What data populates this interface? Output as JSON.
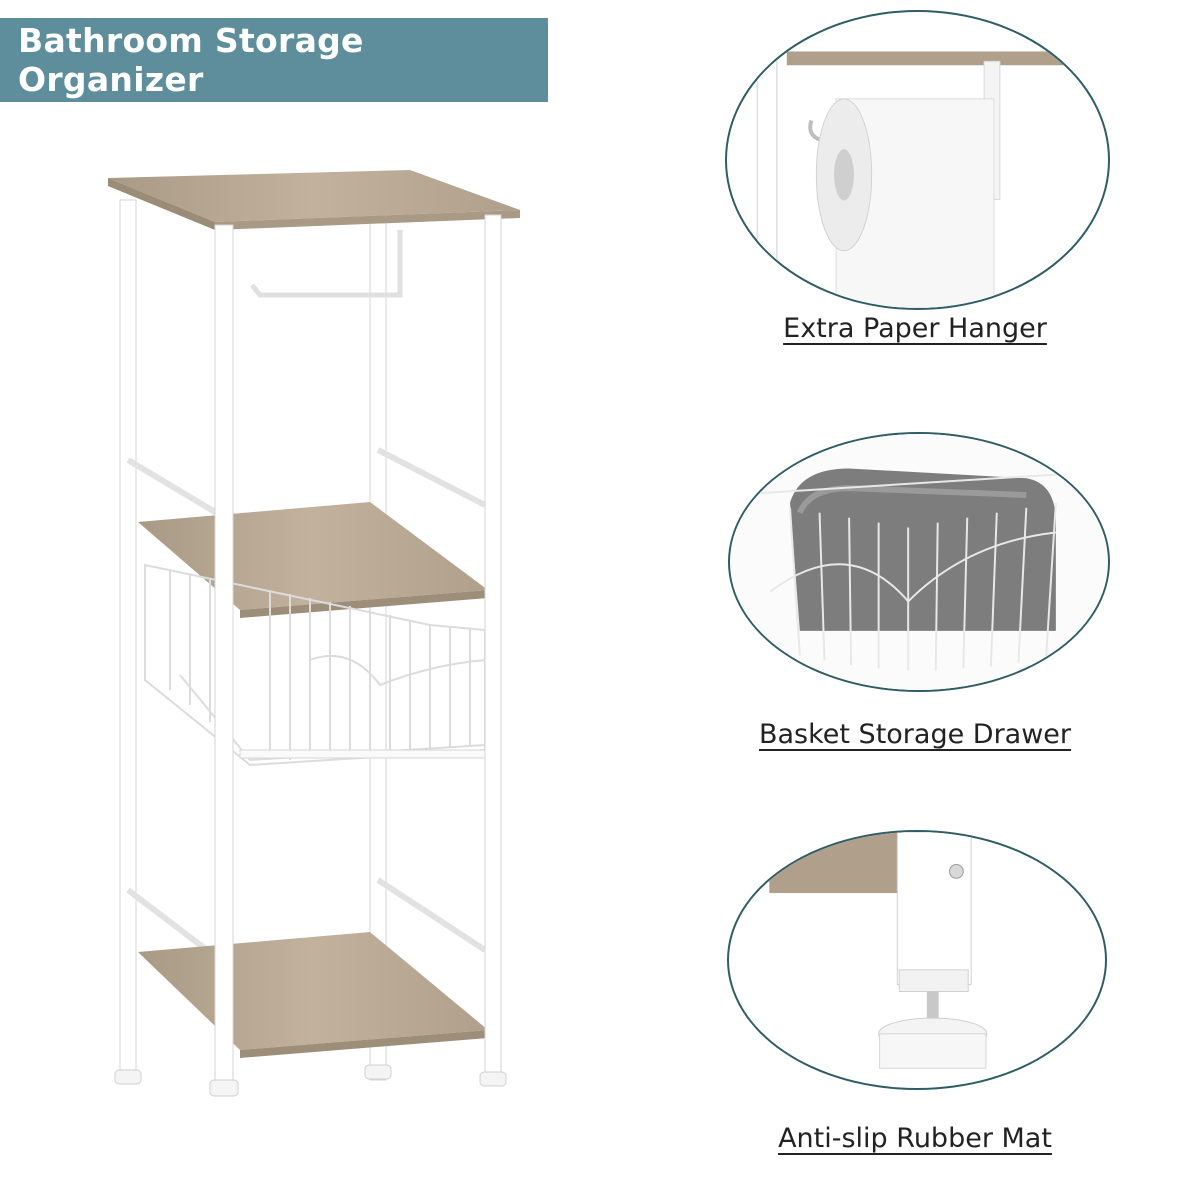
{
  "title": "Bathroom Storage Organizer",
  "features": [
    {
      "label": "Extra Paper Hanger",
      "icon": "paper-roll"
    },
    {
      "label": "Basket Storage Drawer",
      "icon": "wire-basket"
    },
    {
      "label": "Anti-slip Rubber Mat",
      "icon": "adjustable-foot"
    }
  ],
  "colors": {
    "banner": "#5e8e9b",
    "circle_border": "#2f5d66",
    "wood": "#b7a792",
    "frame": "#ffffff"
  }
}
